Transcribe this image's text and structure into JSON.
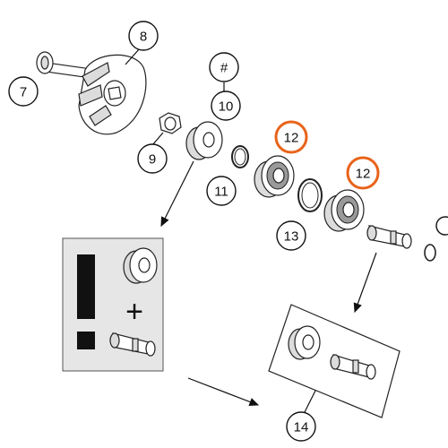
{
  "callouts": {
    "c7": "7",
    "c8": "8",
    "c_hash": "#",
    "c9": "9",
    "c10": "10",
    "c11": "11",
    "c12a": "12",
    "c12b": "12",
    "c13": "13",
    "c14": "14"
  },
  "notice_box": {
    "exclamation": "!",
    "plus": "+"
  },
  "colors": {
    "highlight": "#e8631a",
    "box_fill": "#e6e6e6"
  }
}
